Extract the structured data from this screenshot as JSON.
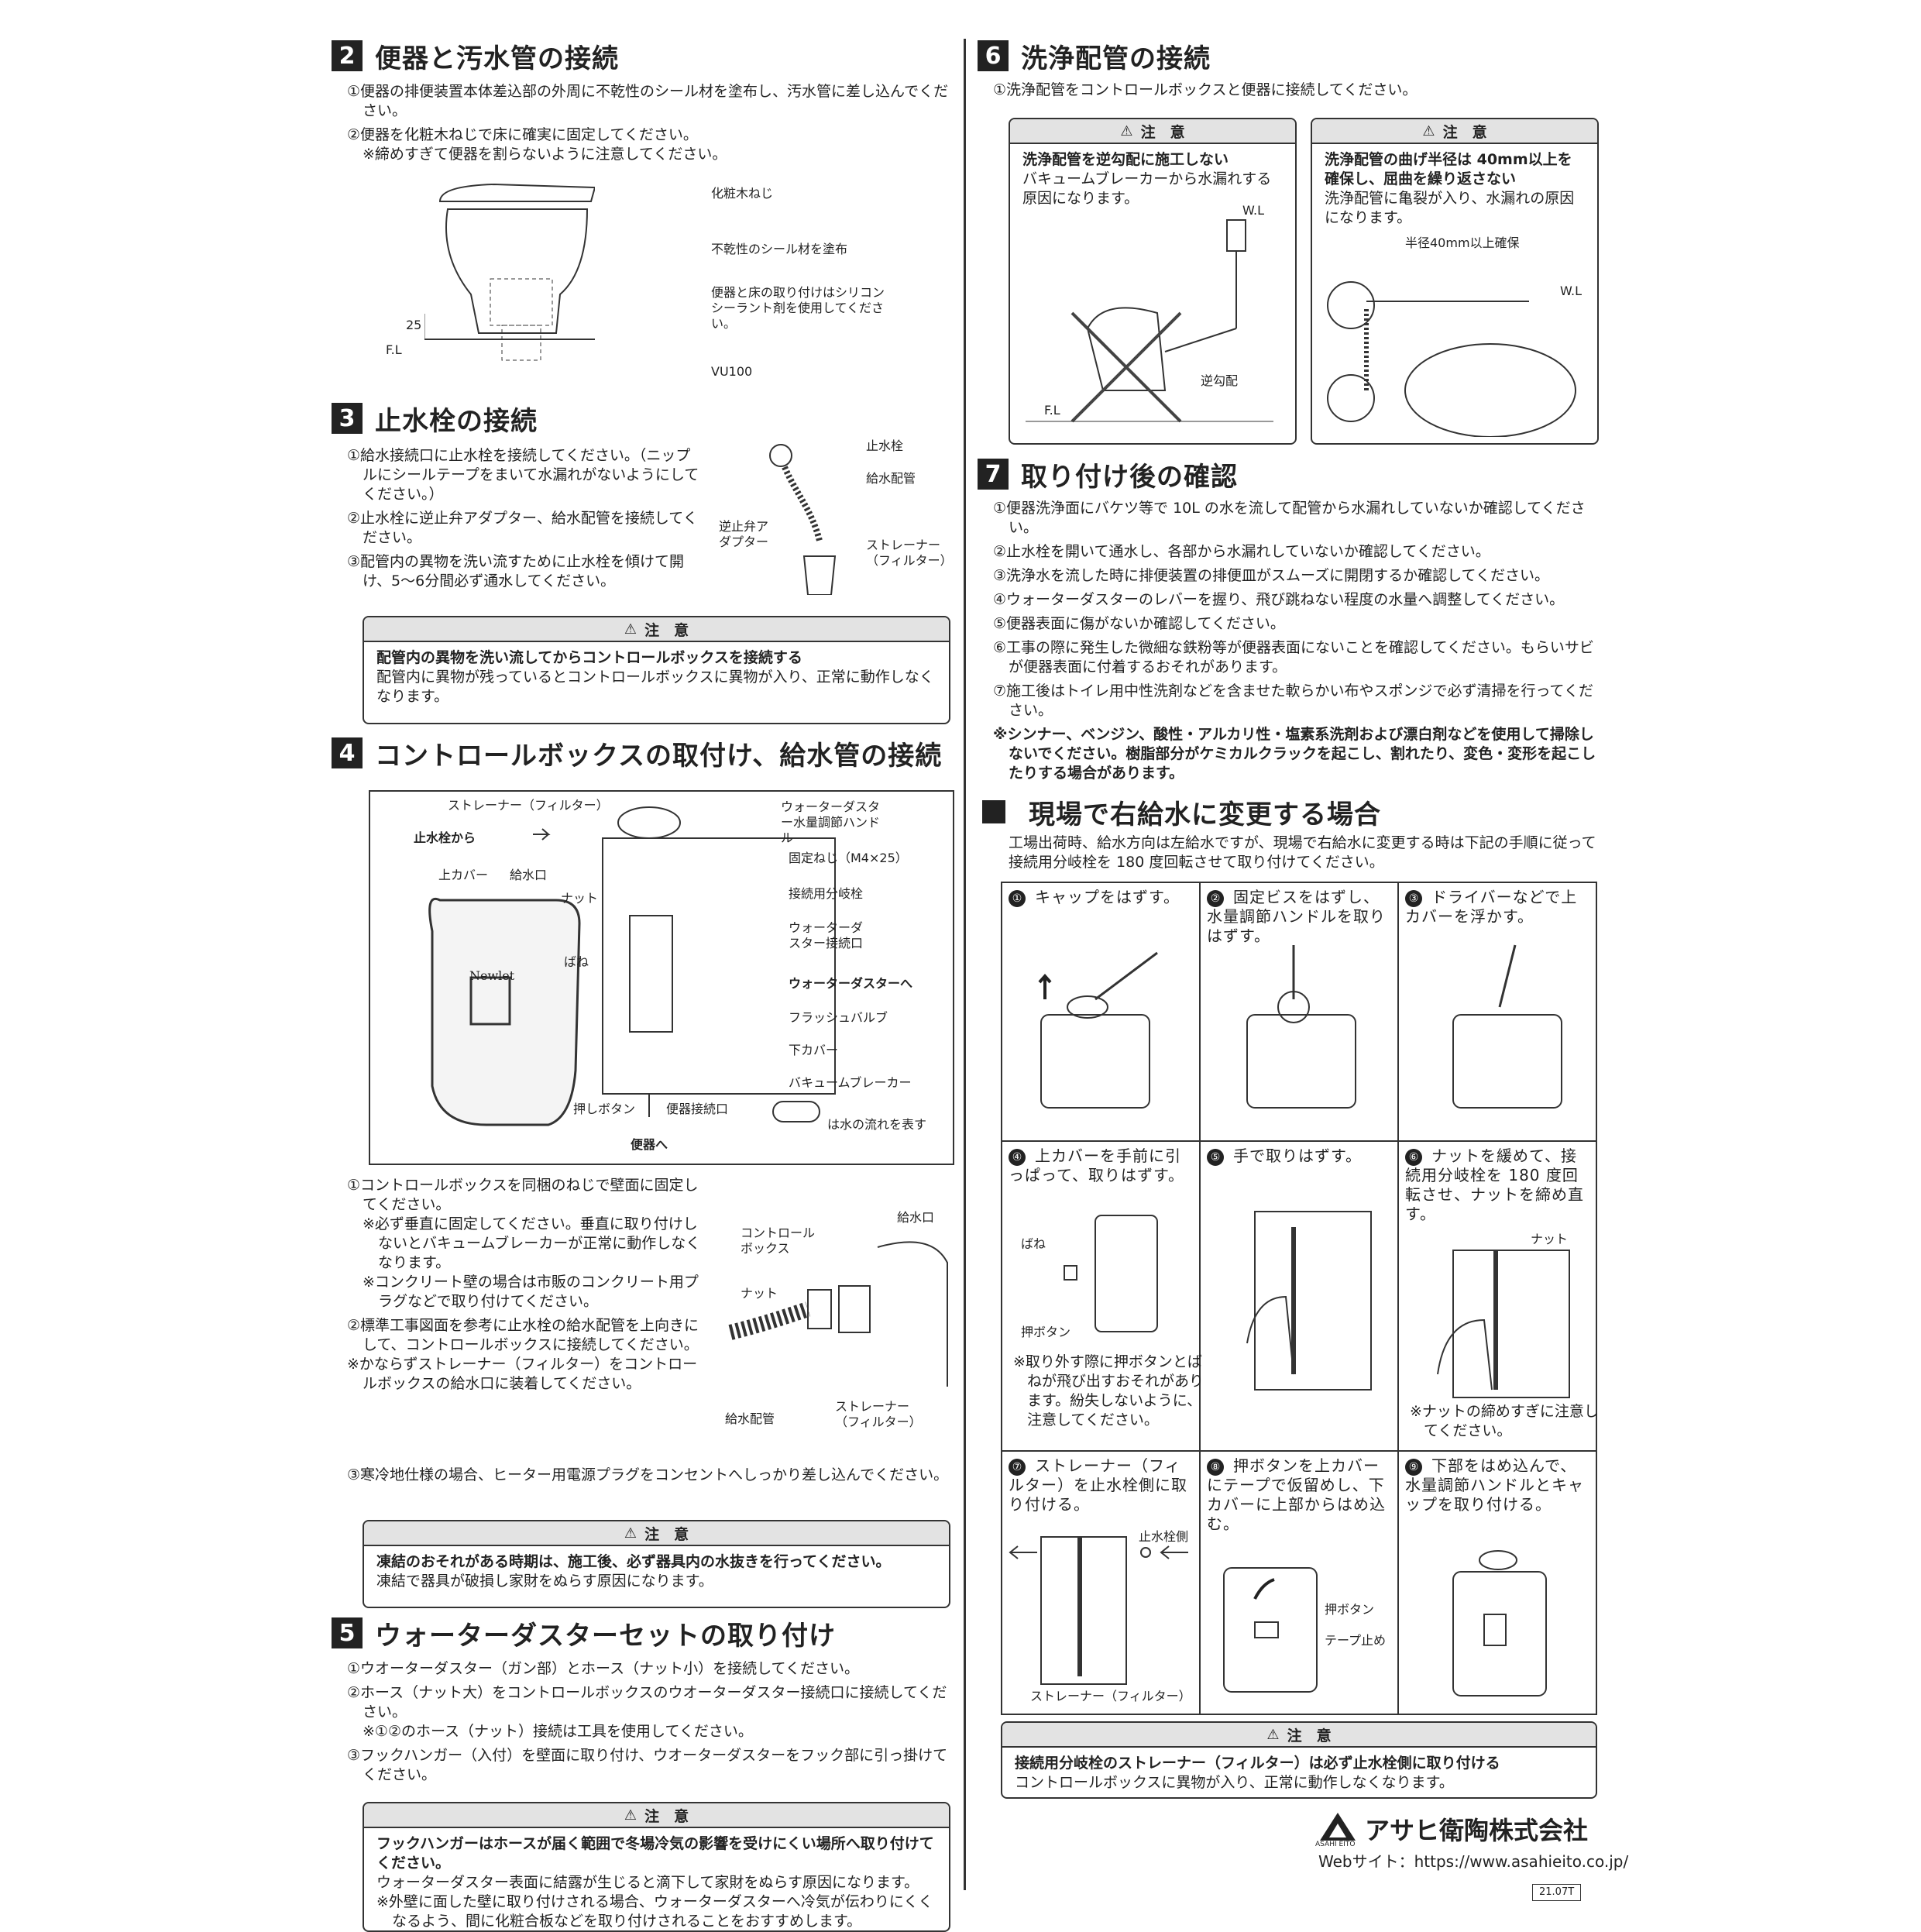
{
  "s2": {
    "num": "2",
    "title": "便器と汚水管の接続",
    "step1": "①便器の排便装置本体差込部の外周に不乾性のシール材を塗布し、汚水管に差し込んでください。",
    "step2": "②便器を化粧木ねじで床に確実に固定してください。",
    "note": "※締めすぎて便器を割らないように注意してください。",
    "labels": {
      "screw": "化粧木ねじ",
      "seal": "不乾性のシール材を塗布",
      "silicone": "便器と床の取り付けはシリコンシーラント剤を使用してください。",
      "dim": "25",
      "fl": "F.L",
      "pipe": "VU100"
    }
  },
  "s3": {
    "num": "3",
    "title": "止水栓の接続",
    "step1": "①給水接続口に止水栓を接続してください。（ニップルにシールテープをまいて水漏れがないようにしてください。）",
    "step2": "②止水栓に逆止弁アダプター、給水配管を接続してください。",
    "step3": "③配管内の異物を洗い流すために止水栓を傾けて開け、5～6分間必ず通水してください。",
    "labels": {
      "valve": "止水栓",
      "pipe": "給水配管",
      "adapter": "逆止弁アダプター",
      "strainer": "ストレーナー（フィルター）"
    },
    "caution": {
      "head": "注　意",
      "bold": "配管内の異物を洗い流してからコントロールボックスを接続する",
      "text": "配管内に異物が残っているとコントロールボックスに異物が入り、正常に動作しなくなります。"
    }
  },
  "s4": {
    "num": "4",
    "title": "コントロールボックスの取付け、給水管の接続",
    "labels": {
      "strainer": "ストレーナー（フィルター）",
      "from_valve": "止水栓から",
      "top_cover": "上カバー",
      "inlet": "給水口",
      "nut": "ナット",
      "spring": "ばね",
      "brand": "Newlet",
      "duster_handle": "ウォーターダスター水量調節ハンドル",
      "fix_screw": "固定ねじ（M4×25）",
      "branch": "接続用分岐栓",
      "duster_port": "ウォーターダスター接続口",
      "to_duster": "ウォーターダスターへ",
      "flush_valve": "フラッシュバルブ",
      "bottom_cover": "下カバー",
      "breaker": "バキュームブレーカー",
      "push_button": "押しボタン",
      "toilet_port": "便器接続口",
      "to_toilet": "便器へ",
      "flow_legend": "は水の流れを表す"
    },
    "step1": "①コントロールボックスを同梱のねじで壁面に固定してください。",
    "note1": "※必ず垂直に固定してください。垂直に取り付けしないとバキュームブレーカーが正常に動作しなくなります。",
    "note2": "※コンクリート壁の場合は市販のコンクリート用プラグなどで取り付けてください。",
    "step2": "②標準工事図面を参考に止水栓の給水配管を上向きにして、コントロールボックスに接続してください。",
    "note3": "※かならずストレーナー（フィルター）をコントロールボックスの給水口に装着してください。",
    "step3": "③寒冷地仕様の場合、ヒーター用電源プラグをコンセントへしっかり差し込んでください。",
    "labels2": {
      "box": "コントロールボックス",
      "inlet": "給水口",
      "nut": "ナット",
      "pipe": "給水配管",
      "strainer": "ストレーナー（フィルター）"
    },
    "caution": {
      "head": "注　意",
      "bold": "凍結のおそれがある時期は、施工後、必ず器具内の水抜きを行ってください。",
      "text": "凍結で器具が破損し家財をぬらす原因になります。"
    }
  },
  "s5": {
    "num": "5",
    "title": "ウォーターダスターセットの取り付け",
    "step1": "①ウオーターダスター（ガン部）とホース（ナット小）を接続してください。",
    "step2": "②ホース（ナット大）をコントロールボックスのウオーターダスター接続口に接続してください。",
    "note": "※①②のホース（ナット）接続は工具を使用してください。",
    "step3": "③フックハンガー（入付）を壁面に取り付け、ウオーターダスターをフック部に引っ掛けてください。",
    "caution": {
      "head": "注　意",
      "bold": "フックハンガーはホースが届く範囲で冬場冷気の影響を受けにくい場所へ取り付けてください。",
      "text1": "ウォーターダスター表面に結露が生じると滴下して家財をぬらす原因になります。",
      "text2": "※外壁に面した壁に取り付けされる場合、ウォーターダスターへ冷気が伝わりにくくなるよう、間に化粧合板などを取り付けされることをおすすめします。"
    }
  },
  "s6": {
    "num": "6",
    "title": "洗浄配管の接続",
    "step1": "①洗浄配管をコントロールボックスと便器に接続してください。",
    "c1": {
      "head": "注　意",
      "bold": "洗浄配管を逆勾配に施工しない",
      "text": "バキュームブレーカーから水漏れする原因になります。",
      "wl": "W.L",
      "fl": "F.L",
      "slope": "逆勾配"
    },
    "c2": {
      "head": "注　意",
      "bold": "洗浄配管の曲げ半径は 40mm以上を確保し、屈曲を繰り返さない",
      "text": "洗浄配管に亀裂が入り、水漏れの原因になります。",
      "radius": "半径40mm以上確保",
      "wl": "W.L"
    }
  },
  "s7": {
    "num": "7",
    "title": "取り付け後の確認",
    "steps": [
      "①便器洗浄面にバケツ等で 10L の水を流して配管から水漏れしていないか確認してください。",
      "②止水栓を開いて通水し、各部から水漏れしていないか確認してください。",
      "③洗浄水を流した時に排便装置の排便皿がスムーズに開閉するか確認してください。",
      "④ウォーターダスターのレバーを握り、飛び跳ねない程度の水量へ調整してください。",
      "⑤便器表面に傷がないか確認してください。",
      "⑥工事の際に発生した微細な鉄粉等が便器表面にないことを確認してください。もらいサビが便器表面に付着するおそれがあります。",
      "⑦施工後はトイレ用中性洗剤などを含ませた軟らかい布やスポンジで必ず清掃を行ってください。"
    ],
    "note": "※シンナー、ベンジン、酸性・アルカリ性・塩素系洗剤および漂白剤などを使用して掃除しないでください。樹脂部分がケミカルクラックを起こし、割れたり、変色・変形を起こしたりする場合があります。"
  },
  "s8": {
    "title": "現場で右給水に変更する場合",
    "intro": "工場出荷時、給水方向は左給水ですが、現場で右給水に変更する時は下記の手順に従って接続用分岐栓を 180 度回転させて取り付けてください。",
    "cells": [
      {
        "n": "①",
        "text": "キャップをはずす。"
      },
      {
        "n": "②",
        "text": "固定ビスをはずし、水量調節ハンドルを取りはずす。"
      },
      {
        "n": "③",
        "text": "ドライバーなどで上カバーを浮かす。"
      },
      {
        "n": "④",
        "text": "上カバーを手前に引っぱって、取りはずす。",
        "lbl1": "ばね",
        "lbl2": "押ボタン",
        "note": "※取り外す際に押ボタンとばねが飛び出すおそれがあります。紛失しないように、注意してください。"
      },
      {
        "n": "⑤",
        "text": "手で取りはずす。"
      },
      {
        "n": "⑥",
        "text": "ナットを緩めて、接続用分岐栓を 180 度回転させ、ナットを締め直す。",
        "lbl1": "ナット",
        "note": "※ナットの締めすぎに注意してください。"
      },
      {
        "n": "⑦",
        "text": "ストレーナー（フィルター）を止水栓側に取り付ける。",
        "lbl1": "止水栓側",
        "lbl2": "ストレーナー（フィルター）"
      },
      {
        "n": "⑧",
        "text": "押ボタンを上カバーにテープで仮留めし、下カバーに上部からはめ込む。",
        "lbl1": "押ボタン",
        "lbl2": "テープ止め"
      },
      {
        "n": "⑨",
        "text": "下部をはめ込んで、水量調節ハンドルとキャップを取り付ける。"
      }
    ],
    "caution": {
      "head": "注　意",
      "bold": "接続用分岐栓のストレーナー（フィルター）は必ず止水栓側に取り付ける",
      "text": "コントロールボックスに異物が入り、正常に動作しなくなります。"
    }
  },
  "footer": {
    "company": "アサヒ衛陶株式会社",
    "logo_sub": "ASAHI EITO",
    "web": "Webサイト：https://www.asahieito.co.jp/",
    "code": "21.07T"
  }
}
